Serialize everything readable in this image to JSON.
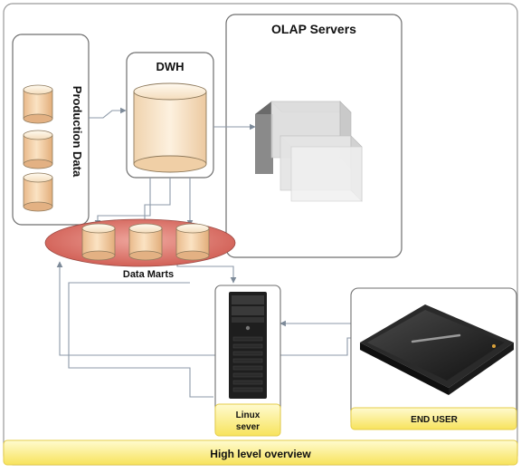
{
  "overview": {
    "footer_label": "High level overview"
  },
  "olap": {
    "title": "OLAP Servers"
  },
  "dwh": {
    "title": "DWH"
  },
  "production": {
    "title": "Production Data",
    "cylinder_count": 3
  },
  "data_marts": {
    "label": "Data Marts",
    "cylinder_count": 3
  },
  "linux": {
    "label_line1": "Linux",
    "label_line2": "sever"
  },
  "end_user": {
    "label": "END USER"
  },
  "colors": {
    "panel_border": "#6f6f6f",
    "label_band": "#fdf08e",
    "label_band_edge": "#e8c93a",
    "cylinder_top": "#fbf3e4",
    "cylinder_body": "#f0c99a",
    "data_marts_ellipse": "#d9685e",
    "arrow": "#8c99a8"
  }
}
